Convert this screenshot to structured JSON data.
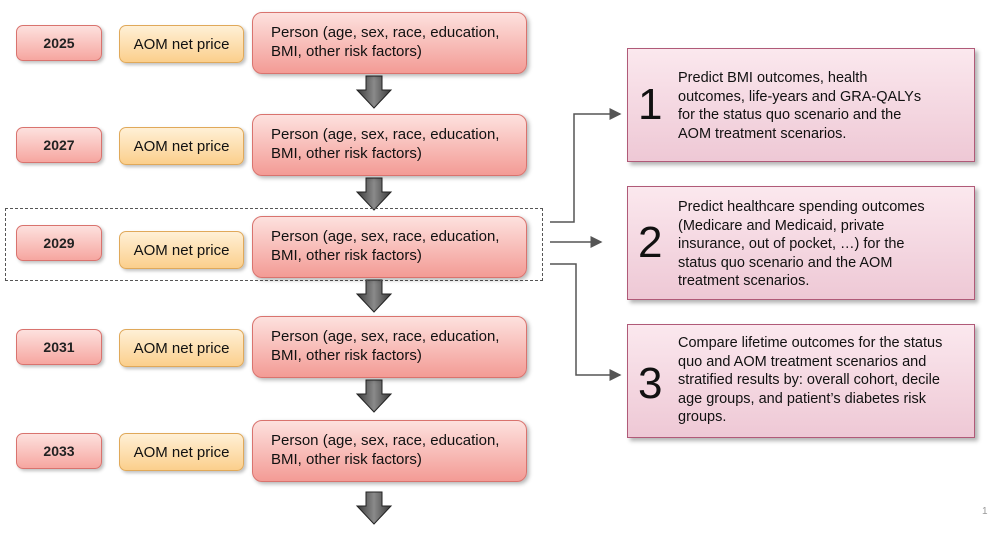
{
  "rows": [
    {
      "year": "2025",
      "price": "AOM net price",
      "person": [
        "Person (age, sex, race, education,",
        "BMI, other risk factors)"
      ]
    },
    {
      "year": "2027",
      "price": "AOM net price",
      "person": [
        "Person (age, sex, race, education,",
        "BMI, other risk factors)"
      ]
    },
    {
      "year": "2029",
      "price": "AOM net price",
      "person": [
        "Person (age, sex, race, education,",
        "BMI, other risk factors)"
      ]
    },
    {
      "year": "2031",
      "price": "AOM net price",
      "person": [
        "Person (age, sex, race, education,",
        "BMI, other risk factors)"
      ]
    },
    {
      "year": "2033",
      "price": "AOM net price",
      "person": [
        "Person (age, sex, race, education,",
        "BMI, other risk factors)"
      ]
    }
  ],
  "outcomes": [
    {
      "number": "1",
      "lines": [
        "Predict BMI outcomes, health",
        "outcomes, life-years and GRA-QALYs",
        "for the status quo scenario and the",
        "AOM treatment scenarios."
      ]
    },
    {
      "number": "2",
      "lines": [
        "Predict healthcare spending outcomes",
        "(Medicare and Medicaid, private",
        "insurance, out of pocket, …) for the",
        "status quo scenario and the AOM",
        "treatment scenarios."
      ]
    },
    {
      "number": "3",
      "lines": [
        "Compare lifetime outcomes for the status",
        "quo and AOM treatment scenarios and",
        "stratified results by: overall cohort, decile",
        "age groups, and patient’s diabetes risk",
        "groups."
      ]
    }
  ],
  "page_number": "1"
}
